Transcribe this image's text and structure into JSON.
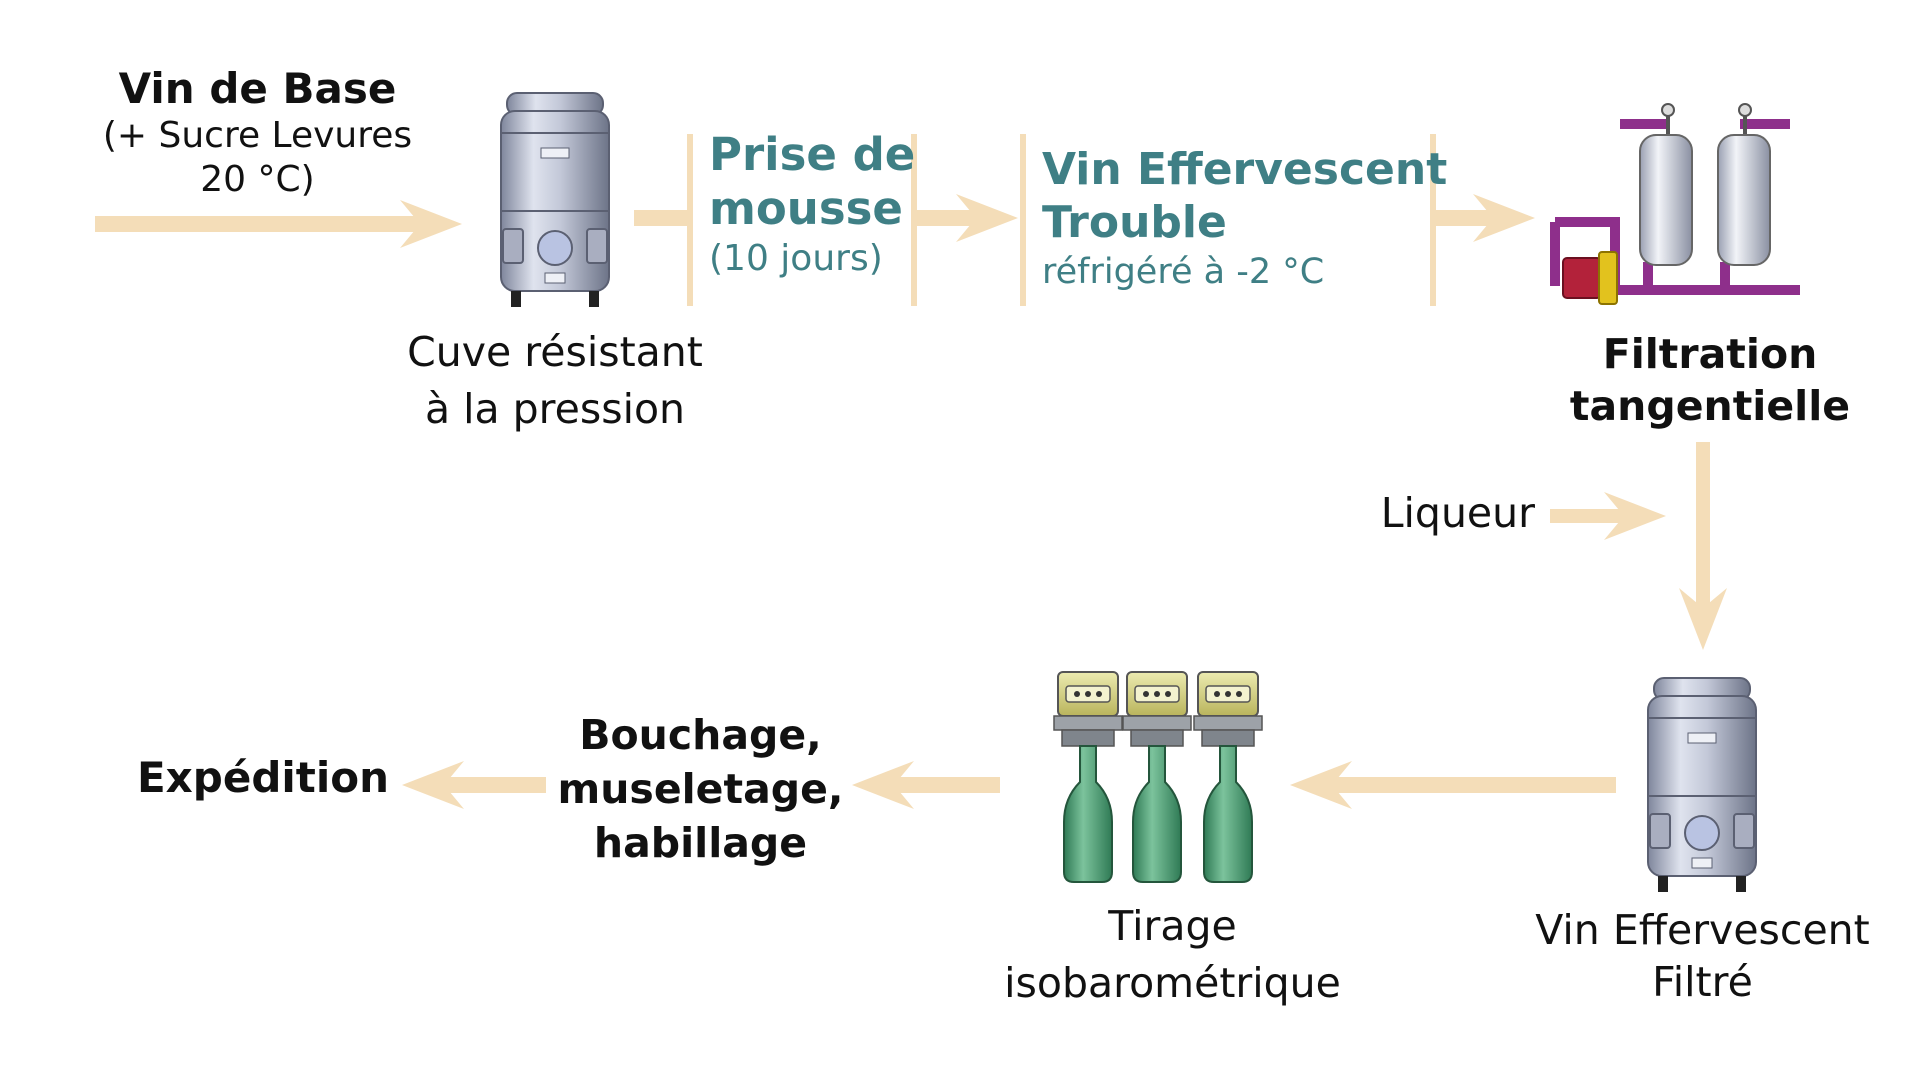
{
  "colors": {
    "arrow": "#f4ddb8",
    "process_text": "#3f7f85",
    "tank_body": "#c4c9d9",
    "pipe": "#8e2f8b",
    "pump": "#b3223a",
    "valve": "#e2c21e",
    "bottle": "#4f9e73",
    "filler_head": "#d8d37a"
  },
  "inputs": {
    "base_wine": {
      "title": "Vin de Base",
      "detail_1": "(+ Sucre Levures",
      "detail_2": "20 °C)"
    },
    "liqueur": "Liqueur"
  },
  "steps": {
    "tank_1": {
      "line_1": "Cuve résistant",
      "line_2": "à la pression",
      "icon": "pressure-tank-icon"
    },
    "prise_de_mousse": {
      "line_1": "Prise de",
      "line_2": "mousse",
      "line_3": "(10 jours)"
    },
    "vin_trouble": {
      "line_1": "Vin Effervescent",
      "line_2": "Trouble",
      "line_3": "réfrigéré à -2 °C"
    },
    "filtration": {
      "line_1": "Filtration",
      "line_2": "tangentielle",
      "icon": "filtration-unit-icon"
    },
    "vin_filtre": {
      "line_1": "Vin Effervescent",
      "line_2": "Filtré",
      "icon": "pressure-tank-icon"
    },
    "tirage": {
      "line_1": "Tirage",
      "line_2": "isobarométrique",
      "icon": "bottle-filler-icon"
    },
    "bouchage": {
      "line_1": "Bouchage,",
      "line_2": "museletage,",
      "line_3": "habillage"
    },
    "expedition": "Expédition"
  }
}
